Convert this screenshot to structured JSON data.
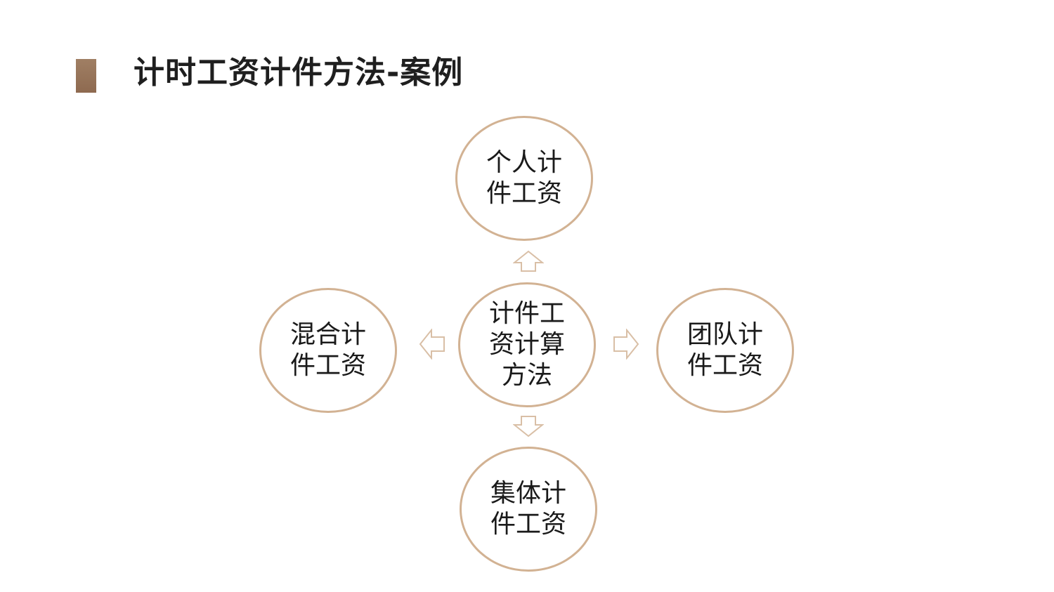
{
  "page": {
    "title": "计时工资计件方法-案例"
  },
  "diagram": {
    "center": {
      "label": "计件工\n资计算\n方法"
    },
    "top": {
      "label": "个人计\n件工资"
    },
    "left": {
      "label": "混合计\n件工资"
    },
    "right": {
      "label": "团队计\n件工资"
    },
    "bottom": {
      "label": "集体计\n件工资"
    },
    "colors": {
      "circle_border": "#d2b293",
      "arrow_stroke": "#d9bfa6",
      "title_marker": "#97755a"
    }
  }
}
